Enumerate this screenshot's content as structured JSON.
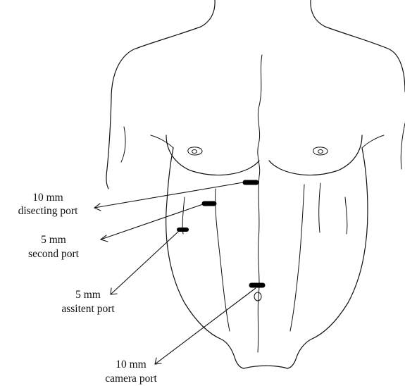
{
  "colors": {
    "line": "#111111",
    "port": "#000000",
    "background": "#ffffff"
  },
  "labels": [
    {
      "id": "dissecting",
      "line1": "10 mm",
      "line2": "disecting port"
    },
    {
      "id": "second",
      "line1": "5 mm",
      "line2": "second port"
    },
    {
      "id": "assistant",
      "line1": "5 mm",
      "line2": "assitent port"
    },
    {
      "id": "camera",
      "line1": "10 mm",
      "line2": "camera port"
    }
  ]
}
